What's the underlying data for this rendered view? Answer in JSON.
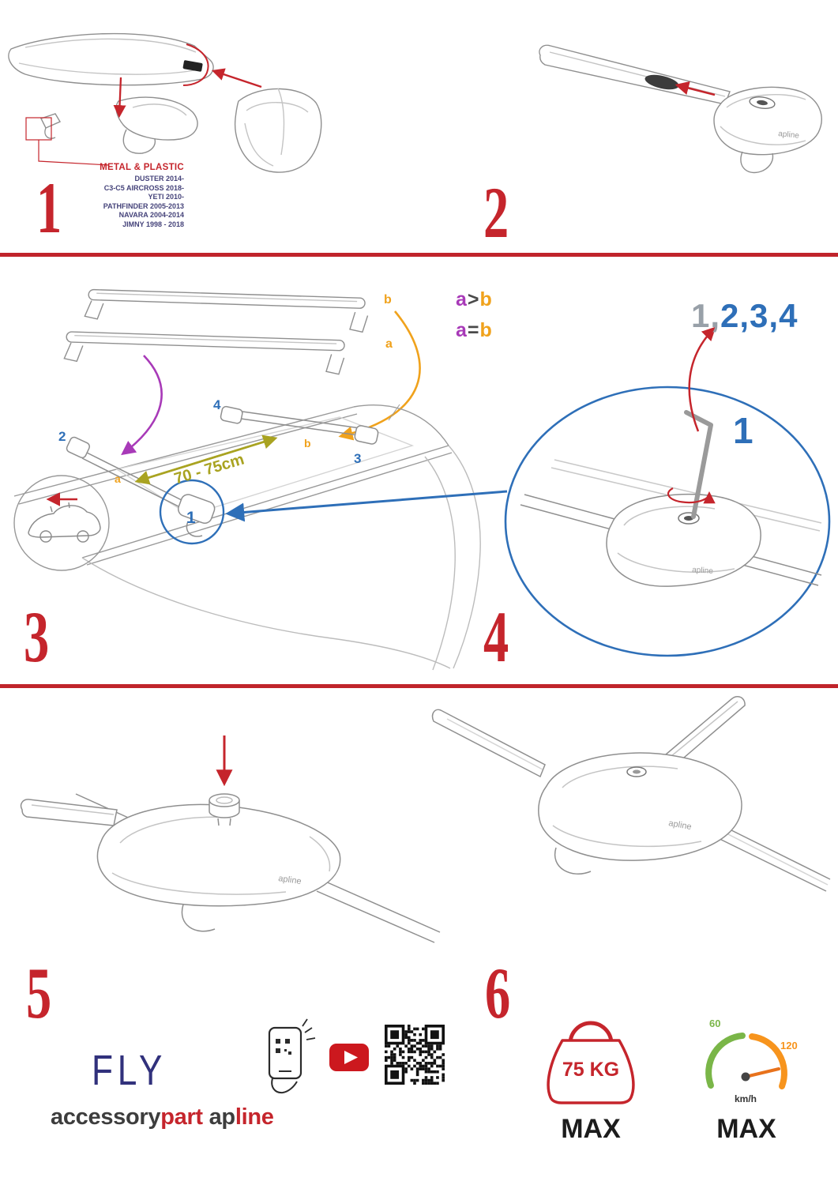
{
  "steps": {
    "s1": "1",
    "s2": "2",
    "s3": "3",
    "s4": "4",
    "s5": "5",
    "s6": "6"
  },
  "panel1": {
    "material_label": "METAL & PLASTIC",
    "compatibility": [
      "DUSTER 2014-",
      "C3-C5 AIRCROSS 2018-",
      "YETI 2010-",
      "PATHFINDER 2005-2013",
      "NAVARA 2004-2014",
      "JIMNY 1998 - 2018"
    ]
  },
  "panel3": {
    "bar_label_b": "b",
    "bar_label_a": "a",
    "formula_gt": {
      "a": "a",
      "op": ">",
      "b": "b"
    },
    "formula_eq": {
      "a": "a",
      "op": "=",
      "b": "b"
    },
    "pos2": "2",
    "pos3": "3",
    "pos4": "4",
    "span_a": "a",
    "span_b": "b",
    "measure": "70 - 75cm",
    "foot_callout": "1"
  },
  "panel4": {
    "sequence_gray": "1,",
    "sequence_blue": "2,3,4",
    "callout": "1"
  },
  "branding": {
    "fly": "FLY",
    "accessory": "accessory",
    "part": "part",
    "ap": "ap",
    "line": "line",
    "bar_logo": "apline"
  },
  "limits": {
    "weight_value": "75 KG",
    "weight_max": "MAX",
    "speed_low": "60",
    "speed_high": "120",
    "speed_unit": "km/h",
    "speed_max": "MAX"
  },
  "colors": {
    "accent_red": "#c5252c",
    "blue": "#2e6fb8",
    "purple": "#a83ab8",
    "orange": "#f0a21c",
    "olive": "#a9a321",
    "navy": "#31317c"
  }
}
